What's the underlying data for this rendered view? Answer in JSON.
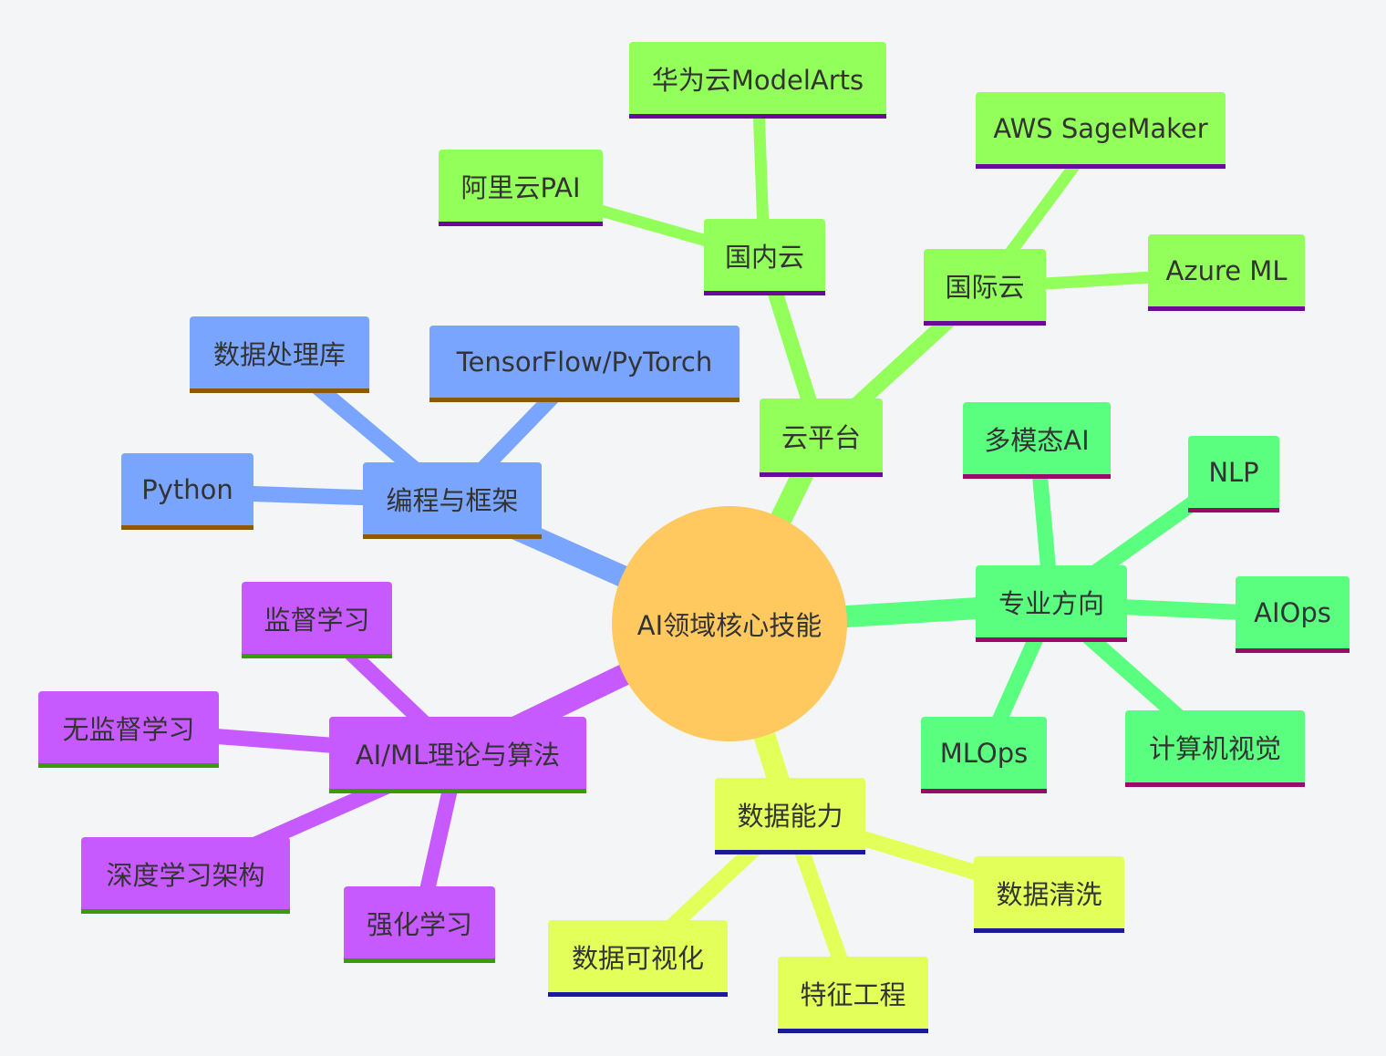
{
  "colors": {
    "background": "#f4f5f7",
    "root": "#ffc960",
    "branches": {
      "cloud": {
        "fill": "#92ff5a",
        "underline": "#6a0a9a"
      },
      "special": {
        "fill": "#5aff80",
        "underline": "#9a0a6a"
      },
      "data": {
        "fill": "#e3ff5a",
        "underline": "#1a1a9a"
      },
      "theory": {
        "fill": "#c65aff",
        "underline": "#3a9a0a"
      },
      "program": {
        "fill": "#7aa5ff",
        "underline": "#8a5a0a"
      }
    }
  },
  "root": {
    "label": "AI领域核心技能"
  },
  "branches": {
    "cloud": {
      "label": "云平台",
      "domestic": {
        "label": "国内云",
        "children": [
          "华为云ModelArts",
          "阿里云PAI"
        ]
      },
      "intl": {
        "label": "国际云",
        "children": [
          "AWS SageMaker",
          "Azure ML"
        ]
      }
    },
    "special": {
      "label": "专业方向",
      "children": [
        "多模态AI",
        "NLP",
        "AIOps",
        "计算机视觉",
        "MLOps"
      ]
    },
    "data": {
      "label": "数据能力",
      "children": [
        "数据清洗",
        "特征工程",
        "数据可视化"
      ]
    },
    "theory": {
      "label": "AI/ML理论与算法",
      "children": [
        "监督学习",
        "无监督学习",
        "深度学习架构",
        "强化学习"
      ]
    },
    "program": {
      "label": "编程与框架",
      "children": [
        "数据处理库",
        "TensorFlow/PyTorch",
        "Python"
      ]
    }
  }
}
